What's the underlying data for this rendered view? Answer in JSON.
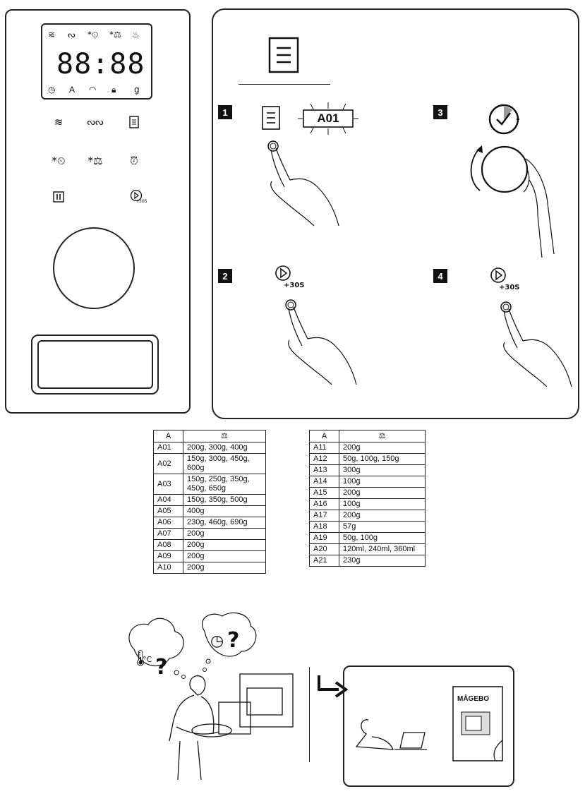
{
  "control_panel": {
    "display": {
      "digits": "88:88",
      "top_icons": [
        "microwave-icon",
        "grill-icon",
        "defrost-timer-icon",
        "defrost-weight-icon",
        "steam-icon"
      ],
      "bottom_icons": [
        "clock-icon",
        "auto-letter-icon",
        "wifi-icon",
        "lock-icon",
        "weight-icon"
      ],
      "auto_letter": "A",
      "weight_letter": "g"
    },
    "buttons": [
      {
        "name": "microwave-button",
        "icon": "microwave-icon"
      },
      {
        "name": "grill-button",
        "icon": "grill-icon"
      },
      {
        "name": "menu-button",
        "icon": "menu-icon"
      },
      {
        "name": "defrost-time-button",
        "icon": "defrost-timer-icon"
      },
      {
        "name": "defrost-weight-button",
        "icon": "defrost-weight-icon"
      },
      {
        "name": "alarm-button",
        "icon": "alarm-clock-icon"
      },
      {
        "name": "pause-button",
        "icon": "pause-icon"
      },
      {
        "name": "start-30s-button",
        "icon": "play-icon",
        "label": "+30S"
      }
    ]
  },
  "instructions": {
    "steps": [
      {
        "number": "1",
        "display_code": "A01"
      },
      {
        "number": "2",
        "button_label": "+30S"
      },
      {
        "number": "3"
      },
      {
        "number": "4",
        "button_label": "+30S"
      }
    ]
  },
  "tables": {
    "header_code": "A",
    "header_weight_icon": "weight-icon",
    "left": [
      {
        "code": "A01",
        "weight": "200g, 300g, 400g"
      },
      {
        "code": "A02",
        "weight": "150g, 300g, 450g, 600g"
      },
      {
        "code": "A03",
        "weight": "150g, 250g, 350g, 450g, 650g"
      },
      {
        "code": "A04",
        "weight": "150g, 350g, 500g"
      },
      {
        "code": "A05",
        "weight": "400g"
      },
      {
        "code": "A06",
        "weight": "230g, 460g, 690g"
      },
      {
        "code": "A07",
        "weight": "200g"
      },
      {
        "code": "A08",
        "weight": "200g"
      },
      {
        "code": "A09",
        "weight": "200g"
      },
      {
        "code": "A10",
        "weight": "200g"
      }
    ],
    "right": [
      {
        "code": "A11",
        "weight": "200g"
      },
      {
        "code": "A12",
        "weight": "50g, 100g, 150g"
      },
      {
        "code": "A13",
        "weight": "300g"
      },
      {
        "code": "A14",
        "weight": "100g"
      },
      {
        "code": "A15",
        "weight": "200g"
      },
      {
        "code": "A16",
        "weight": "100g"
      },
      {
        "code": "A17",
        "weight": "200g"
      },
      {
        "code": "A18",
        "weight": "57g"
      },
      {
        "code": "A19",
        "weight": "50g, 100g"
      },
      {
        "code": "A20",
        "weight": "120ml, 240ml, 360ml"
      },
      {
        "code": "A21",
        "weight": "230g"
      }
    ]
  },
  "help": {
    "temp_unit": "°C",
    "question": "?",
    "manual_title": "MÅGEBO"
  }
}
